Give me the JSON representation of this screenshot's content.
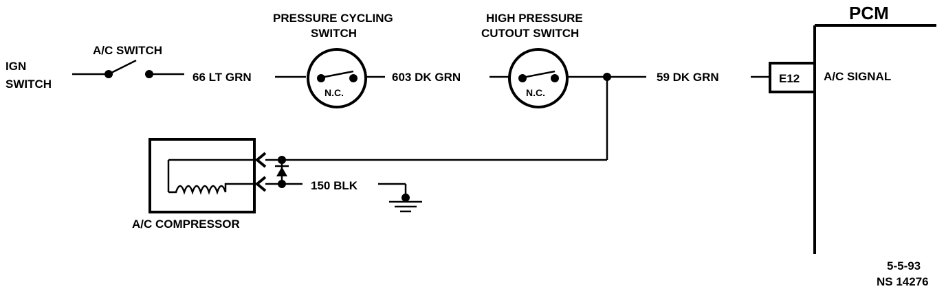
{
  "labels": {
    "ign_switch_line1": "IGN",
    "ign_switch_line2": "SWITCH",
    "ac_switch": "A/C SWITCH",
    "pressure_cycling_line1": "PRESSURE CYCLING",
    "pressure_cycling_line2": "SWITCH",
    "high_pressure_line1": "HIGH PRESSURE",
    "high_pressure_line2": "CUTOUT SWITCH",
    "nc_1": "N.C.",
    "nc_2": "N.C.",
    "wire_66": "66 LT GRN",
    "wire_603": "603  DK GRN",
    "wire_59": "59 DK GRN",
    "wire_150": "150 BLK",
    "pcm": "PCM",
    "pin_e12": "E12",
    "ac_signal": "A/C SIGNAL",
    "ac_compressor": "A/C  COMPRESSOR",
    "date": "5-5-93",
    "ref_number": "NS 14276"
  },
  "colors": {
    "line": "#000000",
    "background": "#ffffff"
  }
}
